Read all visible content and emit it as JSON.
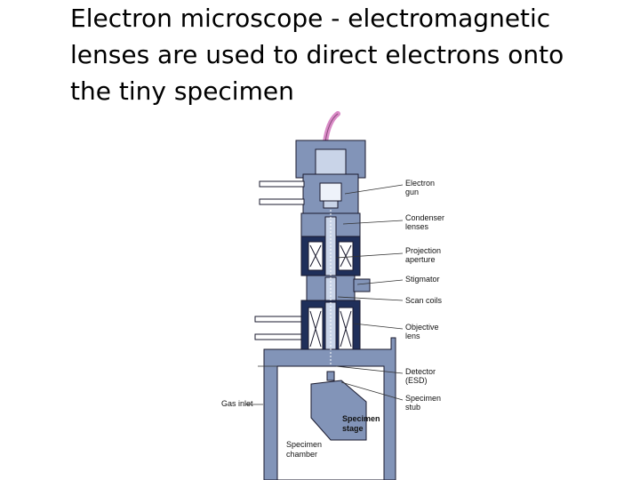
{
  "slide": {
    "title_lines": [
      "Electron microscope - electromagnetic",
      "lenses are used to direct electrons onto",
      "the tiny specimen"
    ]
  },
  "diagram": {
    "labels": {
      "electron_gun": [
        "Electron",
        "gun"
      ],
      "condenser_lenses": [
        "Condenser",
        "lenses"
      ],
      "projection_aperture": [
        "Projection",
        "aperture"
      ],
      "stigmator": [
        "Stigmator"
      ],
      "scan_coils": [
        "Scan coils"
      ],
      "objective_lens": [
        "Objective",
        "lens"
      ],
      "detector": [
        "Detector",
        "(ESD)"
      ],
      "specimen_stub": [
        "Specimen",
        "stub"
      ],
      "gas_inlet": [
        "Gas inlet"
      ],
      "specimen_stage": [
        "Specimen",
        "stage"
      ],
      "specimen_chamber": [
        "Specimen",
        "chamber"
      ]
    },
    "colors": {
      "body_fill": "#8294b8",
      "light_fill": "#c9d4e8",
      "coil_fill": "#1f2f5a",
      "cable": "#d98ac6",
      "outline": "#1a1a2e"
    }
  }
}
